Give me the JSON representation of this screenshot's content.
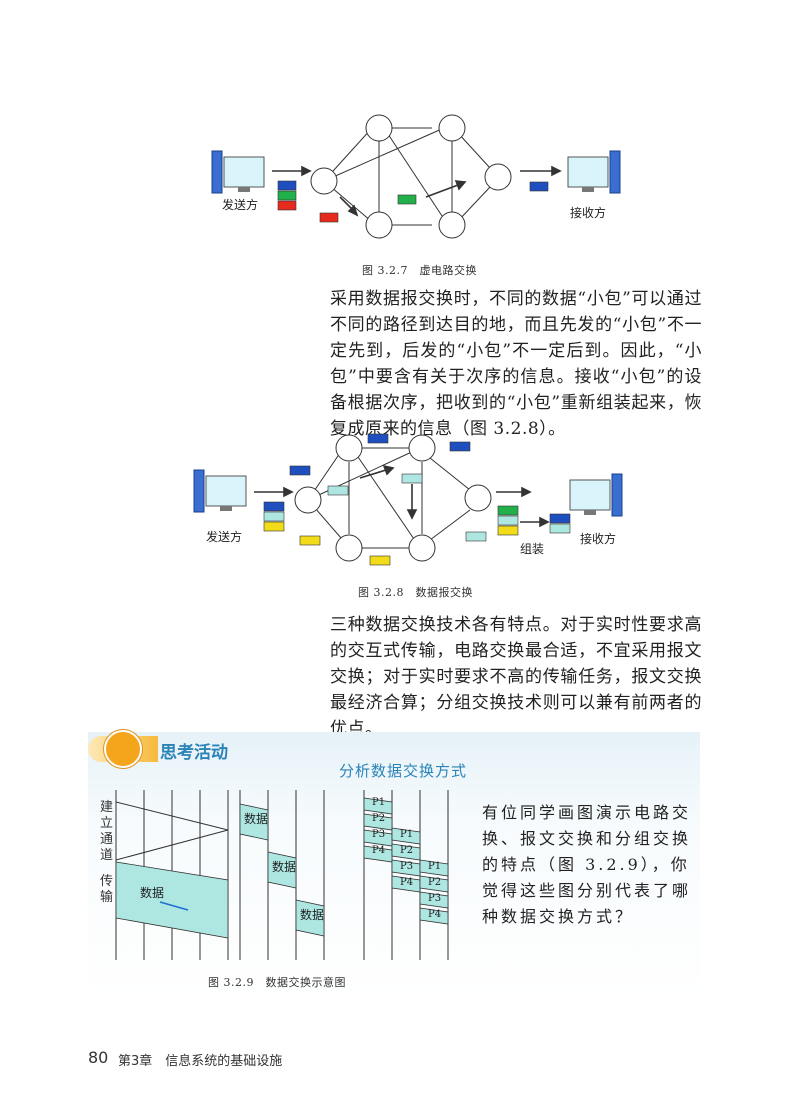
{
  "figure1": {
    "caption": "图 3.2.7　虚电路交换",
    "sender_label": "发送方",
    "receiver_label": "接收方"
  },
  "paragraph1": "采用数据报交换时，不同的数据“小包”可以通过不同的路径到达目的地，而且先发的“小包”不一定先到，后发的“小包”不一定后到。因此，“小包”中要含有关于次序的信息。接收“小包”的设备根据次序，把收到的“小包”重新组装起来，恢复成原来的信息（图 3.2.8）。",
  "figure2": {
    "caption": "图 3.2.8　数据报交换",
    "sender_label": "发送方",
    "receiver_label": "接收方",
    "assemble_label": "组装"
  },
  "paragraph2": "三种数据交换技术各有特点。对于实时性要求高的交互式传输，电路交换最合适，不宜采用报文交换；对于实时要求不高的传输任务，报文交换最经济合算；分组交换技术则可以兼有前两者的优点。",
  "activity": {
    "title": "思考活动",
    "subtitle": "分析数据交换方式",
    "text": "有位同学画图演示电路交换、报文交换和分组交换的特点（图 3.2.9），你觉得这些图分别代表了哪种数据交换方式？",
    "caption": "图 3.2.9　数据交换示意图",
    "left_label_top": "建立通道",
    "left_label_bottom": "传输",
    "data_label": "数据",
    "packets": [
      "P1",
      "P2",
      "P3",
      "P4"
    ]
  },
  "footer": {
    "page_number": "80",
    "chapter": "第3章　信息系统的基础设施"
  },
  "colors": {
    "blue": "#1f4fbf",
    "green": "#22b04a",
    "red": "#e52a1e",
    "yellow": "#f2dc1a",
    "teal": "#aee6e2",
    "accent": "#2a84b8"
  }
}
